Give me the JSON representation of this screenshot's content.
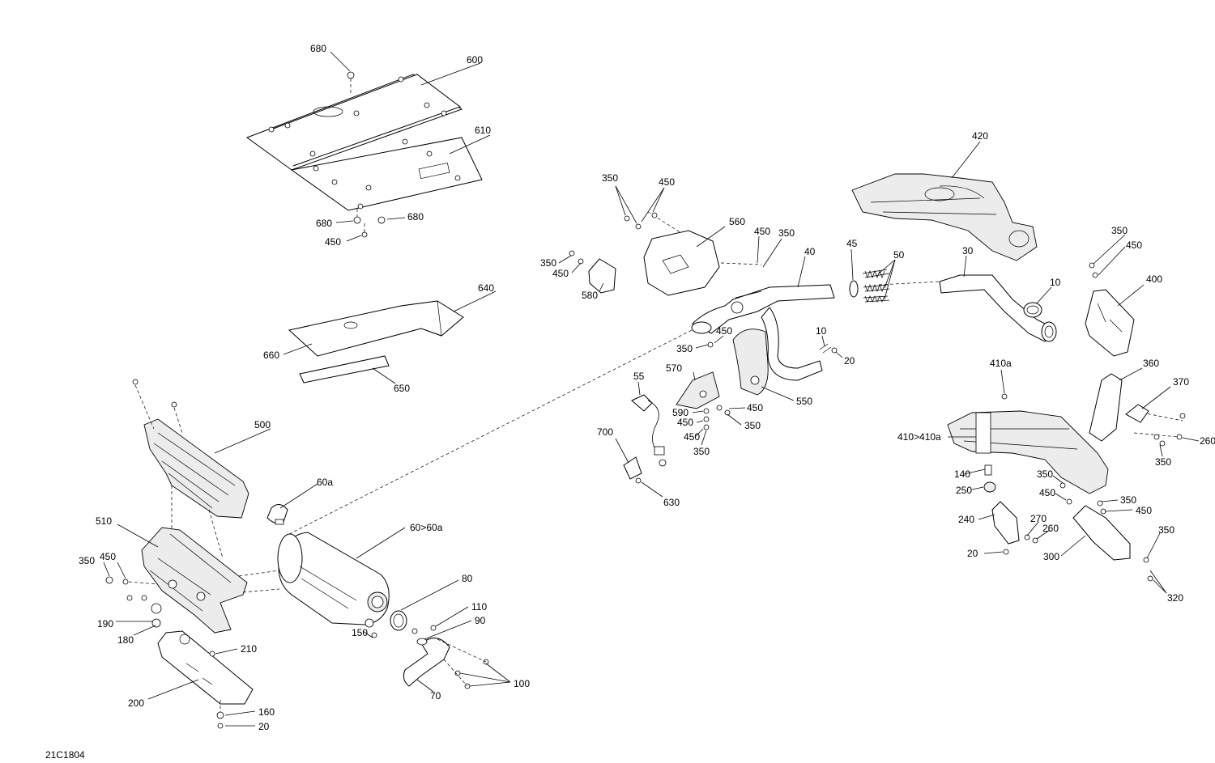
{
  "diagram": {
    "figure_code": "21C1804",
    "callouts": [
      {
        "id": "c680a",
        "text": "680"
      },
      {
        "id": "c600",
        "text": "600"
      },
      {
        "id": "c610",
        "text": "610"
      },
      {
        "id": "c680b",
        "text": "680"
      },
      {
        "id": "c680c",
        "text": "680"
      },
      {
        "id": "c450a",
        "text": "450"
      },
      {
        "id": "c640",
        "text": "640"
      },
      {
        "id": "c660",
        "text": "660"
      },
      {
        "id": "c650",
        "text": "650"
      },
      {
        "id": "c500",
        "text": "500"
      },
      {
        "id": "c60a",
        "text": "60a"
      },
      {
        "id": "c510",
        "text": "510"
      },
      {
        "id": "c350a",
        "text": "350"
      },
      {
        "id": "c450b",
        "text": "450"
      },
      {
        "id": "c190",
        "text": "190"
      },
      {
        "id": "c180",
        "text": "180"
      },
      {
        "id": "c210",
        "text": "210"
      },
      {
        "id": "c200",
        "text": "200"
      },
      {
        "id": "c160",
        "text": "160"
      },
      {
        "id": "c20a",
        "text": "20"
      },
      {
        "id": "c60_60a",
        "text": "60>60a"
      },
      {
        "id": "c80",
        "text": "80"
      },
      {
        "id": "c150",
        "text": "150"
      },
      {
        "id": "c110",
        "text": "110"
      },
      {
        "id": "c90",
        "text": "90"
      },
      {
        "id": "c100",
        "text": "100"
      },
      {
        "id": "c70",
        "text": "70"
      },
      {
        "id": "c350b",
        "text": "350"
      },
      {
        "id": "c450c",
        "text": "450"
      },
      {
        "id": "c560",
        "text": "560"
      },
      {
        "id": "c450d",
        "text": "450"
      },
      {
        "id": "c350c",
        "text": "350"
      },
      {
        "id": "c350d",
        "text": "350"
      },
      {
        "id": "c450e",
        "text": "450"
      },
      {
        "id": "c580",
        "text": "580"
      },
      {
        "id": "c40",
        "text": "40"
      },
      {
        "id": "c45",
        "text": "45"
      },
      {
        "id": "c50",
        "text": "50"
      },
      {
        "id": "c30",
        "text": "30"
      },
      {
        "id": "c420",
        "text": "420"
      },
      {
        "id": "c10a",
        "text": "10"
      },
      {
        "id": "c450f",
        "text": "450"
      },
      {
        "id": "c350e",
        "text": "350"
      },
      {
        "id": "c10b",
        "text": "10"
      },
      {
        "id": "c20b",
        "text": "20"
      },
      {
        "id": "c550",
        "text": "550"
      },
      {
        "id": "c55",
        "text": "55"
      },
      {
        "id": "c570",
        "text": "570"
      },
      {
        "id": "c450g",
        "text": "450"
      },
      {
        "id": "c590",
        "text": "590"
      },
      {
        "id": "c450h",
        "text": "450"
      },
      {
        "id": "c350f",
        "text": "350"
      },
      {
        "id": "c450i",
        "text": "450"
      },
      {
        "id": "c350g",
        "text": "350"
      },
      {
        "id": "c700",
        "text": "700"
      },
      {
        "id": "c630",
        "text": "630"
      },
      {
        "id": "c350h",
        "text": "350"
      },
      {
        "id": "c450j",
        "text": "450"
      },
      {
        "id": "c400",
        "text": "400"
      },
      {
        "id": "c410a",
        "text": "410a"
      },
      {
        "id": "c360",
        "text": "360"
      },
      {
        "id": "c370",
        "text": "370"
      },
      {
        "id": "c410_410a",
        "text": "410>410a"
      },
      {
        "id": "c260a",
        "text": "260"
      },
      {
        "id": "c350i",
        "text": "350"
      },
      {
        "id": "c140",
        "text": "140"
      },
      {
        "id": "c250",
        "text": "250"
      },
      {
        "id": "c350j",
        "text": "350"
      },
      {
        "id": "c450k",
        "text": "450"
      },
      {
        "id": "c350k",
        "text": "350"
      },
      {
        "id": "c450l",
        "text": "450"
      },
      {
        "id": "c240",
        "text": "240"
      },
      {
        "id": "c270",
        "text": "270"
      },
      {
        "id": "c260b",
        "text": "260"
      },
      {
        "id": "c350l",
        "text": "350"
      },
      {
        "id": "c20c",
        "text": "20"
      },
      {
        "id": "c300",
        "text": "300"
      },
      {
        "id": "c320",
        "text": "320"
      }
    ]
  }
}
